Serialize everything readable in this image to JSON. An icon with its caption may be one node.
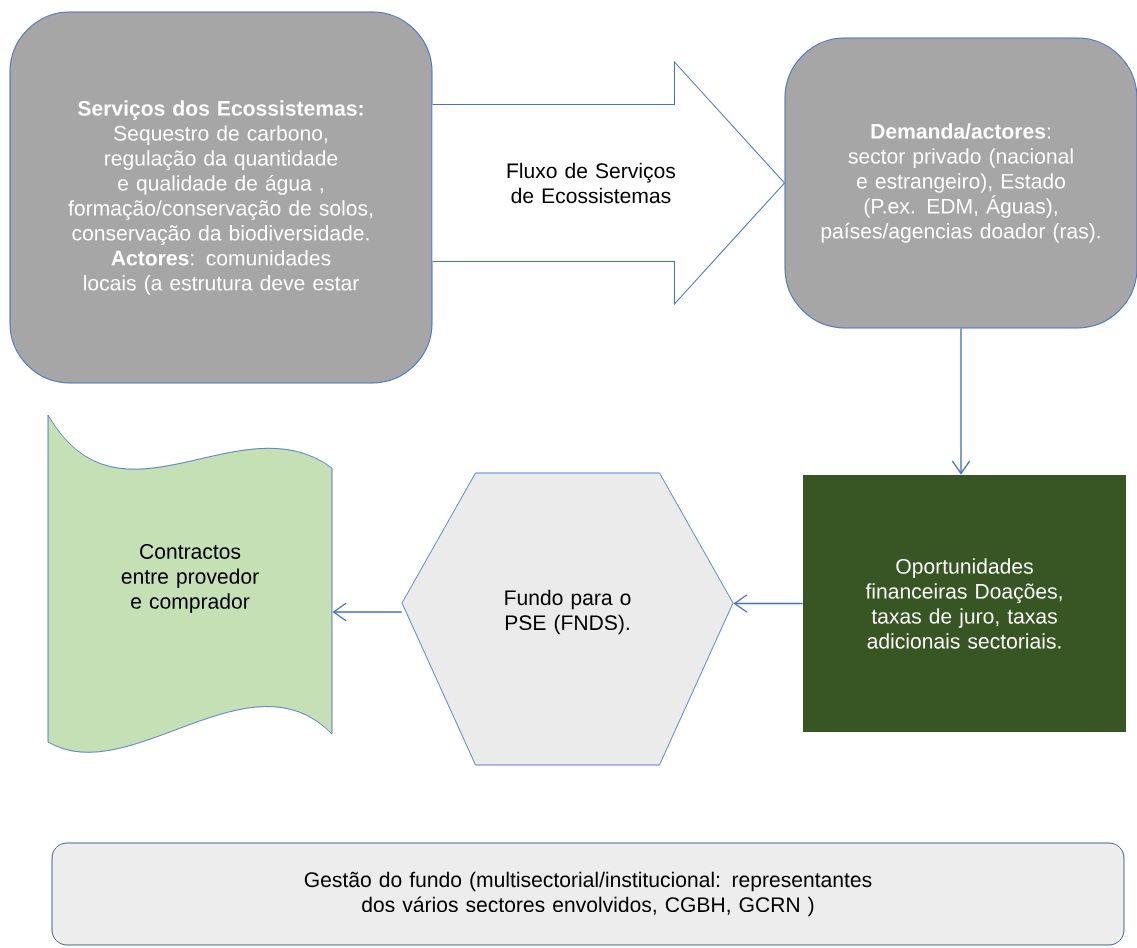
{
  "diagram": {
    "nodes": [
      {
        "text": [
          "**Serviços dos Ecossistemas:** Sequestro de carbono, regulação da quantidade e qualidade de água , formação/conservação de solos, conservação da biodiversidade. **Actores**: comunidades locais (a estrutura deve estar"
        ]
      },
      {
        "text": [
          "**Demanda/actores**: sector privado (nacional e estrangeiro), Estado (P.ex. EDM, Águas), países/agencias doador (ras)."
        ]
      },
      {
        "text": [
          "Contractos entre provedor e comprador"
        ]
      },
      {
        "text": [
          "Fundo para o PSE (FNDS)."
        ]
      },
      {
        "text": [
          "Oportunidades financeiras Doações, taxas de juro, taxas adicionais sectoriais."
        ]
      },
      {
        "text": [
          "Gestão do fundo (multisectorial/institucional: representantes dos vários sectores envolvidos, CGBH, GCRN )"
        ]
      }
    ],
    "edges": [
      {
        "from": 0,
        "to": 1,
        "arrow": "to",
        "label": "Fluxo de Serviços de Ecossistemas",
        "style": "thick"
      },
      {
        "from": 1,
        "to": 4,
        "arrow": "to"
      },
      {
        "from": 4,
        "to": 3,
        "arrow": "to"
      },
      {
        "from": 3,
        "to": 2,
        "arrow": "to"
      }
    ]
  }
}
